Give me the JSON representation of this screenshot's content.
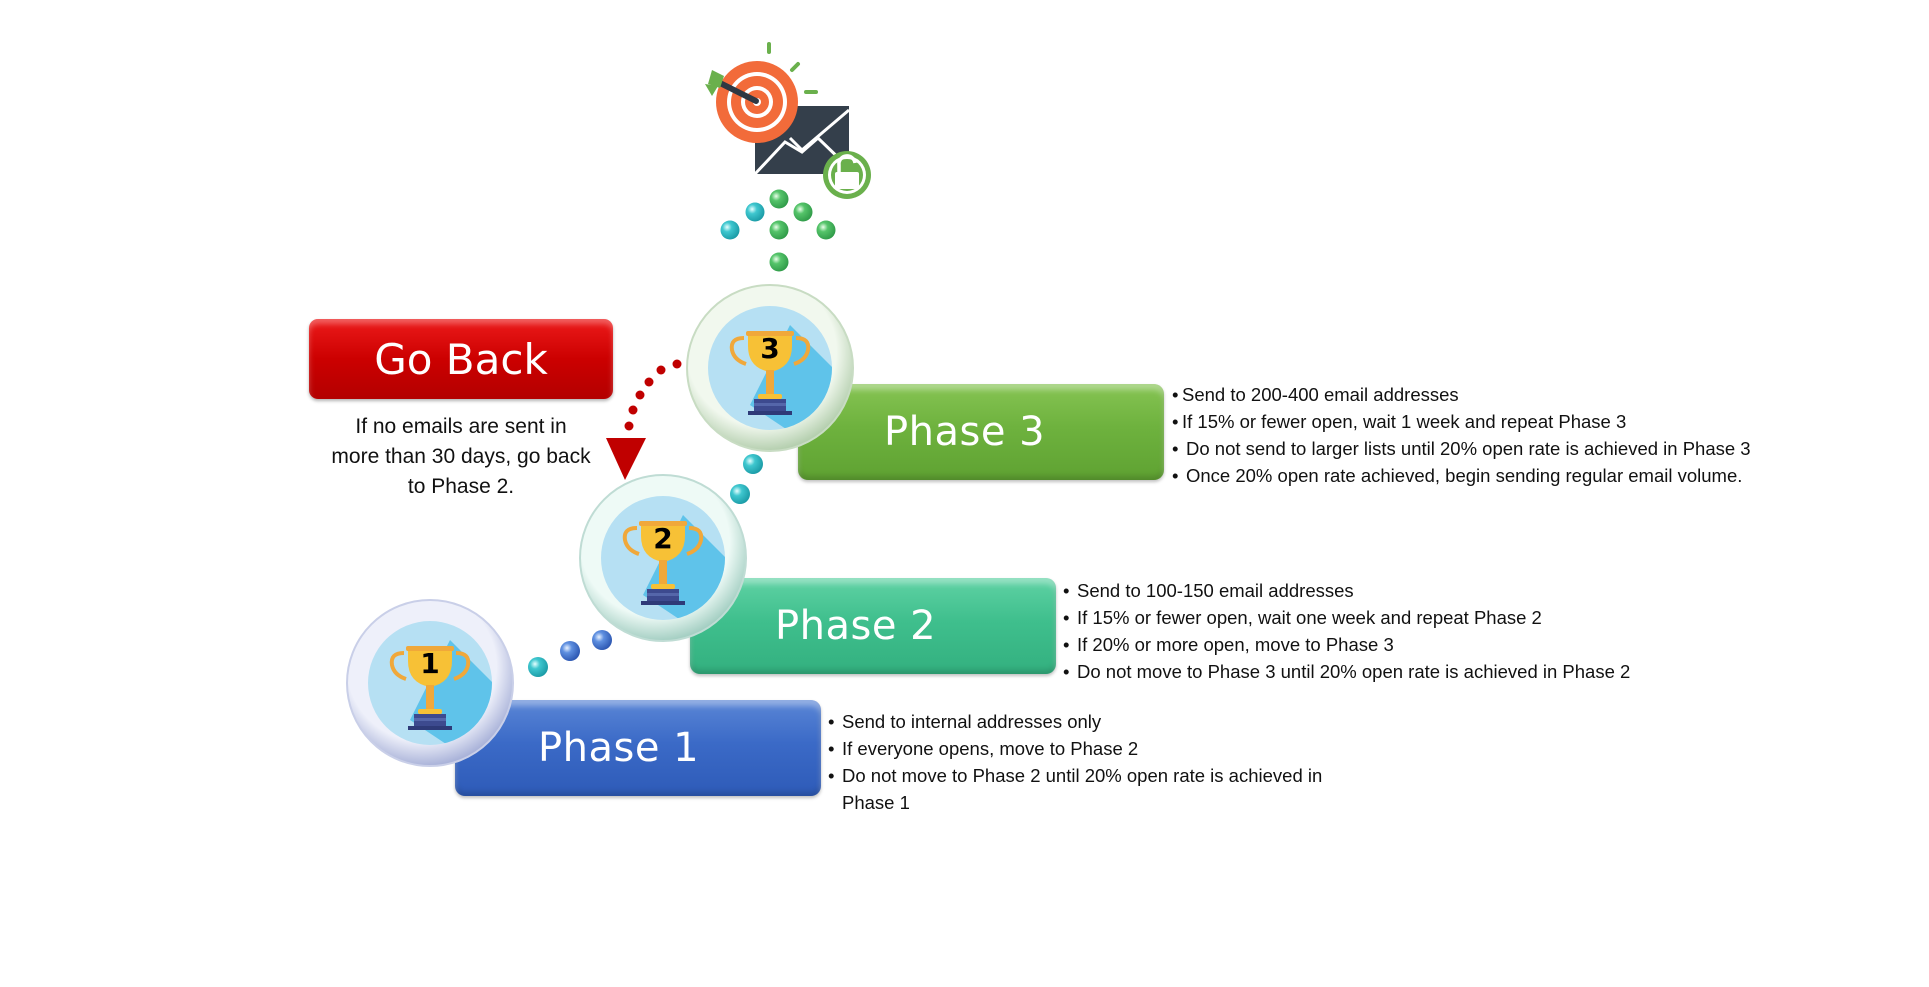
{
  "title_icon": "email-target-unlock-icon",
  "go_back": {
    "label": "Go Back",
    "note": "If no emails are sent in more than 30 days, go back to Phase 2."
  },
  "phases": [
    {
      "label": "Phase 1",
      "number": "1",
      "color": "#3b6ac7",
      "bullets": [
        "Send to internal addresses only",
        "If everyone opens, move to Phase 2",
        "Do not move to Phase 2 until 20% open rate is achieved in Phase 1"
      ]
    },
    {
      "label": "Phase 2",
      "number": "2",
      "color": "#3fbf8d",
      "bullets": [
        "Send to 100-150 email addresses",
        "If 15% or fewer open, wait one week and repeat Phase 2",
        "If 20% or more open, move to Phase 3",
        "Do not move to Phase 3 until 20% open rate is achieved in Phase 2"
      ]
    },
    {
      "label": "Phase 3",
      "number": "3",
      "color": "#6eb23e",
      "bullets": [
        "Send to 200-400 email addresses",
        "If 15% or fewer open, wait 1 week and repeat Phase 3",
        "Do not send to larger lists until 20% open rate is achieved in Phase 3",
        "Once 20% open rate achieved, begin sending regular email volume."
      ]
    }
  ],
  "colors": {
    "go_back": "#cc0000",
    "arrow": "#c00000",
    "target": "#f26b3a",
    "envelope": "#343f4b",
    "lock": "#6ab04c",
    "trophy": "#f7c136",
    "trophy_base": "#3d4a8f",
    "badge_bg": "#b6e0f3"
  }
}
